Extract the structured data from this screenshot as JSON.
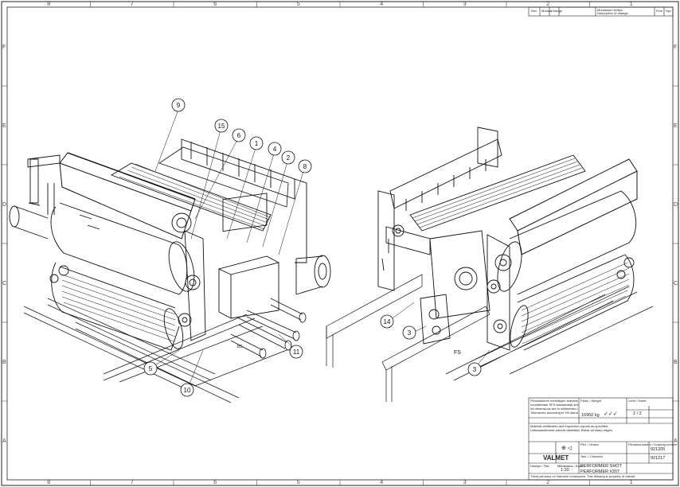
{
  "zones_top": [
    "8",
    "7",
    "6",
    "5",
    "4",
    "3",
    "2",
    "1"
  ],
  "zones_bottom": [
    "8",
    "7",
    "6",
    "5",
    "4",
    "3",
    "2",
    "1"
  ],
  "zones_left": [
    "F",
    "E",
    "D",
    "C",
    "B",
    "A"
  ],
  "zones_right": [
    "F",
    "E",
    "D",
    "C",
    "B",
    "A"
  ],
  "balloons_left": [
    "9",
    "15",
    "6",
    "1",
    "4",
    "2",
    "8",
    "5",
    "10",
    "11"
  ],
  "balloons_right": [
    "14",
    "3",
    "3"
  ],
  "mark_left": "B5",
  "mark_right": "FS",
  "revision_block": {
    "col1": "Rev",
    "col2": "Muutos",
    "col3": "Change",
    "col4": "Muutoksen selitys",
    "col5": "Description of change",
    "col6": "Pvm",
    "col7": "Hyv"
  },
  "title_block": {
    "notes_left": [
      "Piirustukseen merkittyjen toleranssien ja pintojen kohdalla",
      "noudatetaan SFS-standardeja sekä Valmetin tehdasnormeja.",
      "All dimensions are in millimetres unless otherwise stated.",
      "Tolerances according to VN standard if not otherwise shown.",
      "Material certificates and inspection reports as specified.",
      "Leikkaamattomat särmät viistetään. Break all sharp edges."
    ],
    "weight_label": "Paino / Weight",
    "weight": "16960 kg",
    "checkmarks": "✓✓✓",
    "sheet_label": "Lehti / Sheet",
    "sheet": "2 / 2",
    "projection": "⊕ ◁",
    "drawing_no_1": "921205",
    "drawing_no_2": "921217",
    "drawn_label": "Piirt. / Drawn",
    "checked_label": "Tark. / Checked",
    "scale_label": "Mittakaava / Scale",
    "scale": "1:20",
    "company": "VALMET",
    "title_label": "Nimitys / Title",
    "title_line1": "PERFORMER SHOT",
    "title_line2": "PERFORMER #207",
    "doc_label": "Piirustusnumero / Drawing number",
    "owner_note": "Tämä piirustus on Valmetin omaisuutta. This drawing is property of Valmet."
  }
}
